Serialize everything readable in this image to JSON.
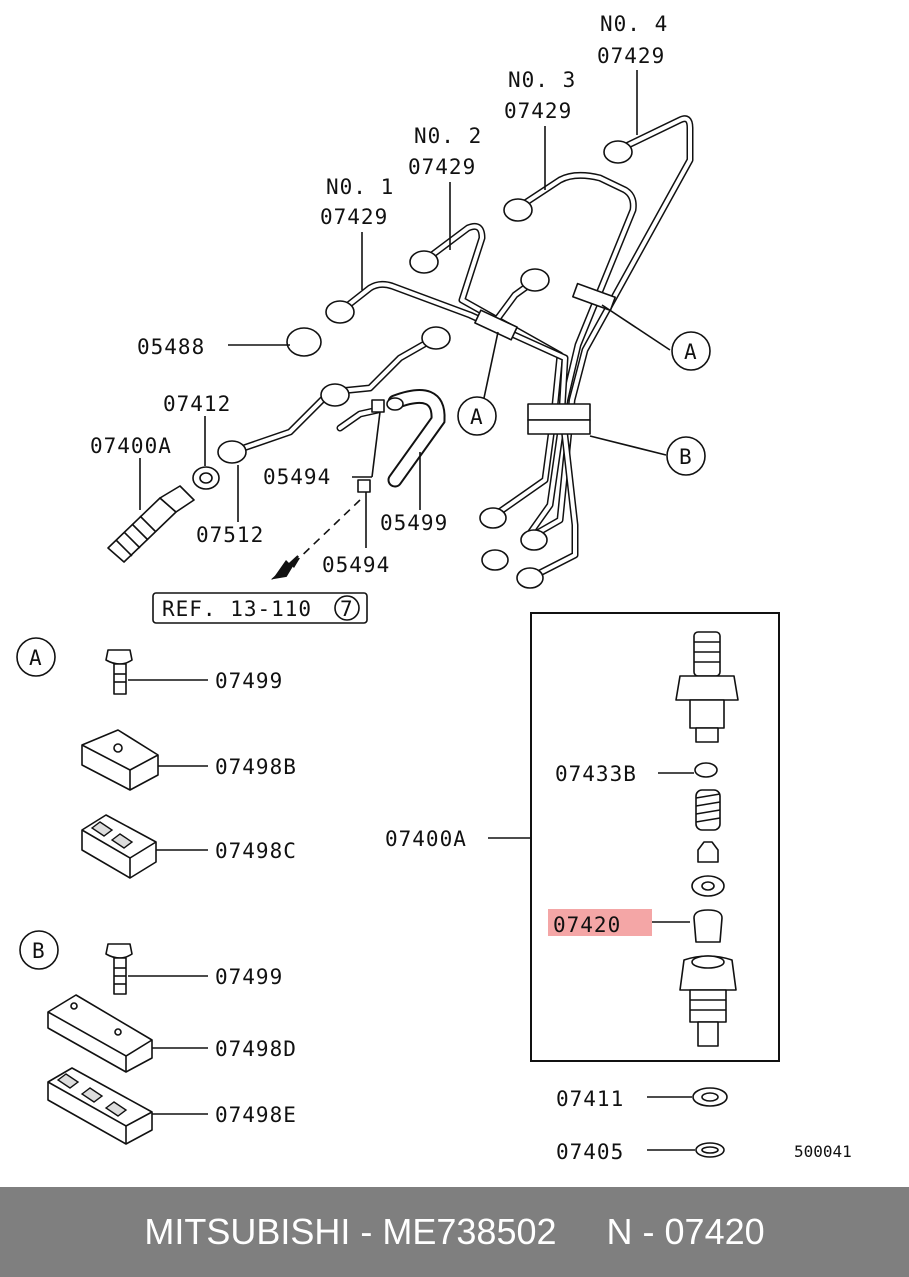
{
  "labels": {
    "no1": "N0. 1",
    "no1_code": "07429",
    "no2": "N0. 2",
    "no2_code": "07429",
    "no3": "N0. 3",
    "no3_code": "07429",
    "no4": "N0. 4",
    "no4_code": "07429",
    "p05488": "05488",
    "p07412": "07412",
    "p07400a": "07400A",
    "p07512": "07512",
    "p05494a": "05494",
    "p05494b": "05494",
    "p05499": "05499",
    "ref": "REF. 13-110",
    "ref_circle": "7",
    "callout_a1": "A",
    "callout_a2": "A",
    "callout_b": "B",
    "sec_a": "A",
    "sec_a_bolt": "07499",
    "sec_a_clamp_top": "07498B",
    "sec_a_clamp_bot": "07498C",
    "sec_b": "B",
    "sec_b_bolt": "07499",
    "sec_b_clamp_top": "07498D",
    "sec_b_clamp_bot": "07498E",
    "box_main": "07400A",
    "box_07433b": "07433B",
    "box_07420": "07420",
    "p07411": "07411",
    "p07405": "07405",
    "diagram_id": "500041"
  },
  "highlight_color": "#f4a6a6",
  "footer": {
    "brand": "MITSUBISHI",
    "sep1": " - ",
    "part_no": "ME738502",
    "gap": "     ",
    "n_label": "N - 07420"
  }
}
